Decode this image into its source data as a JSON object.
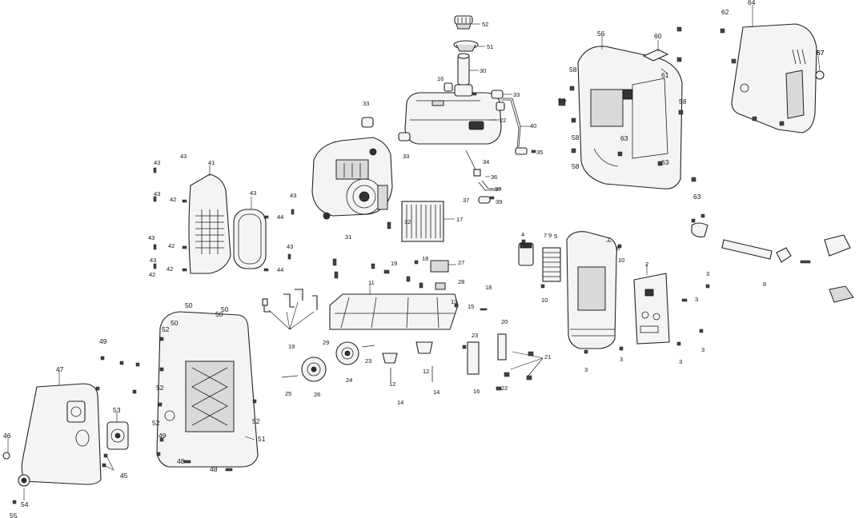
{
  "diagram": {
    "labels": [
      {
        "id": "l52a",
        "text": "52"
      },
      {
        "id": "l51a",
        "text": "51"
      },
      {
        "id": "l30",
        "text": "30"
      },
      {
        "id": "l16",
        "text": "16"
      },
      {
        "id": "l33",
        "text": "33"
      },
      {
        "id": "l22",
        "text": "22"
      },
      {
        "id": "l33b",
        "text": "33"
      },
      {
        "id": "l33c",
        "text": "33"
      },
      {
        "id": "l40",
        "text": "40"
      },
      {
        "id": "l34",
        "text": "34"
      },
      {
        "id": "l35",
        "text": "35"
      },
      {
        "id": "l36",
        "text": "36"
      },
      {
        "id": "l37",
        "text": "37"
      },
      {
        "id": "l38",
        "text": "38"
      },
      {
        "id": "l39",
        "text": "39"
      },
      {
        "id": "l17",
        "text": "17"
      },
      {
        "id": "l43a",
        "text": "43"
      },
      {
        "id": "l43b",
        "text": "43"
      },
      {
        "id": "l43c",
        "text": "43"
      },
      {
        "id": "l41",
        "text": "41"
      },
      {
        "id": "l42a",
        "text": "42"
      },
      {
        "id": "l42b",
        "text": "42"
      },
      {
        "id": "l43d",
        "text": "43"
      },
      {
        "id": "l43e",
        "text": "43"
      },
      {
        "id": "l44a",
        "text": "44"
      },
      {
        "id": "l44b",
        "text": "44"
      },
      {
        "id": "l43f",
        "text": "43"
      },
      {
        "id": "l43g",
        "text": "43"
      },
      {
        "id": "l42c",
        "text": "42"
      },
      {
        "id": "l42d",
        "text": "42"
      },
      {
        "id": "l43h",
        "text": "43"
      },
      {
        "id": "l56",
        "text": "56"
      },
      {
        "id": "l60",
        "text": "60"
      },
      {
        "id": "l62",
        "text": "62"
      },
      {
        "id": "l64",
        "text": "64"
      },
      {
        "id": "l57",
        "text": "57"
      },
      {
        "id": "l58a",
        "text": "58"
      },
      {
        "id": "l59",
        "text": "59"
      },
      {
        "id": "l61",
        "text": "61"
      },
      {
        "id": "l58b",
        "text": "58"
      },
      {
        "id": "l58c",
        "text": "58"
      },
      {
        "id": "l58d",
        "text": "58"
      },
      {
        "id": "l63a",
        "text": "63"
      },
      {
        "id": "l63b",
        "text": "63"
      },
      {
        "id": "l63c",
        "text": "63"
      },
      {
        "id": "l1",
        "text": "1"
      },
      {
        "id": "l2",
        "text": "2"
      },
      {
        "id": "l3a",
        "text": "3"
      },
      {
        "id": "l3b",
        "text": "3"
      },
      {
        "id": "l3c",
        "text": "3"
      },
      {
        "id": "l3d",
        "text": "3"
      },
      {
        "id": "l3e",
        "text": "3"
      },
      {
        "id": "l3f",
        "text": "3"
      },
      {
        "id": "l4",
        "text": "4"
      },
      {
        "id": "l5",
        "text": "5"
      },
      {
        "id": "l6",
        "text": "6"
      },
      {
        "id": "l7",
        "text": "7"
      },
      {
        "id": "l8",
        "text": "8"
      },
      {
        "id": "l9",
        "text": "9"
      },
      {
        "id": "l10",
        "text": "10"
      },
      {
        "id": "l10b",
        "text": "10"
      },
      {
        "id": "l11",
        "text": "11"
      },
      {
        "id": "l12a",
        "text": "12"
      },
      {
        "id": "l12b",
        "text": "12"
      },
      {
        "id": "l13",
        "text": "13"
      },
      {
        "id": "l14a",
        "text": "14"
      },
      {
        "id": "l14b",
        "text": "14"
      },
      {
        "id": "l15",
        "text": "15"
      },
      {
        "id": "l16b",
        "text": "16"
      },
      {
        "id": "l18",
        "text": "18"
      },
      {
        "id": "l19",
        "text": "19"
      },
      {
        "id": "l19b",
        "text": "19"
      },
      {
        "id": "l20",
        "text": "20"
      },
      {
        "id": "l21",
        "text": "21"
      },
      {
        "id": "l22b",
        "text": "22"
      },
      {
        "id": "l23a",
        "text": "23"
      },
      {
        "id": "l23b",
        "text": "23"
      },
      {
        "id": "l24",
        "text": "24"
      },
      {
        "id": "l25",
        "text": "25"
      },
      {
        "id": "l26",
        "text": "26"
      },
      {
        "id": "l27",
        "text": "27"
      },
      {
        "id": "l28",
        "text": "28"
      },
      {
        "id": "l29",
        "text": "29"
      },
      {
        "id": "l31",
        "text": "31"
      },
      {
        "id": "l32",
        "text": "32"
      },
      {
        "id": "l18b",
        "text": "18"
      },
      {
        "id": "l46",
        "text": "46"
      },
      {
        "id": "l47",
        "text": "47"
      },
      {
        "id": "l48a",
        "text": "48"
      },
      {
        "id": "l48b",
        "text": "48"
      },
      {
        "id": "l49a",
        "text": "49"
      },
      {
        "id": "l49b",
        "text": "49"
      },
      {
        "id": "l50a",
        "text": "50"
      },
      {
        "id": "l50b",
        "text": "50"
      },
      {
        "id": "l50c",
        "text": "50"
      },
      {
        "id": "l50d",
        "text": "50"
      },
      {
        "id": "l51b",
        "text": "51"
      },
      {
        "id": "l52b",
        "text": "52"
      },
      {
        "id": "l52c",
        "text": "52"
      },
      {
        "id": "l52d",
        "text": "52"
      },
      {
        "id": "l52e",
        "text": "52"
      },
      {
        "id": "l53",
        "text": "53"
      },
      {
        "id": "l54",
        "text": "54"
      },
      {
        "id": "l55",
        "text": "55"
      },
      {
        "id": "l45",
        "text": "45"
      },
      {
        "id": "l67",
        "text": "67"
      }
    ]
  }
}
